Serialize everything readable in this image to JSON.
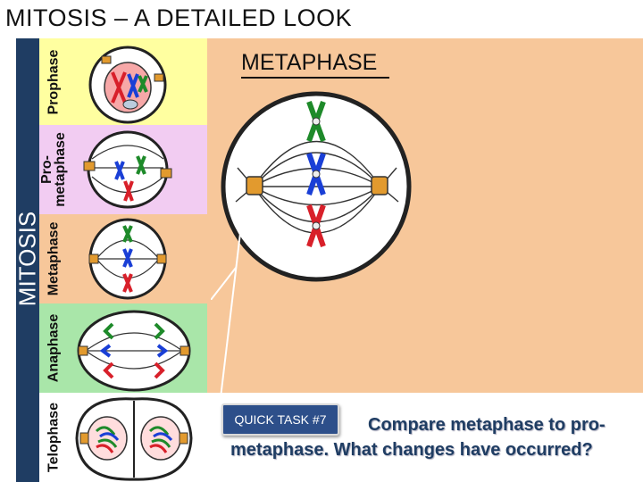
{
  "title": "MITOSIS – A DETAILED LOOK",
  "sidebar": {
    "label": "MITOSIS",
    "phases": [
      {
        "label": "Prophase",
        "color": "#ffffa0"
      },
      {
        "label": "Pro-\nmetaphase",
        "color": "#f2ccf2"
      },
      {
        "label": "Metaphase",
        "color": "#f7c79a"
      },
      {
        "label": "Anaphase",
        "color": "#a9e6a9"
      },
      {
        "label": "Telophase",
        "color": "#ffffff"
      }
    ]
  },
  "main": {
    "phase_title": "METAPHASE"
  },
  "task": {
    "badge": "QUICK TASK #7",
    "text": "Compare metaphase to pro-metaphase. What changes have occurred?"
  },
  "colors": {
    "sidebar_bar": "#1f3d63",
    "background": "#f7c79a",
    "chromosome_green": "#1e8a2a",
    "chromosome_blue": "#1a3fd6",
    "chromosome_red": "#d8202a",
    "centrosome": "#e29a2e"
  }
}
